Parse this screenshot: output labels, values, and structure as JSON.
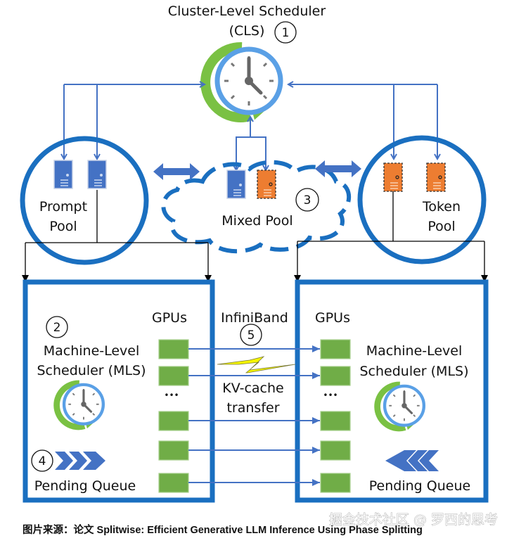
{
  "cls": {
    "title_line1": "Cluster-Level Scheduler",
    "title_line2": "(CLS)",
    "step": "1"
  },
  "pools": {
    "prompt": {
      "line1": "Prompt",
      "line2": "Pool",
      "machines": [
        "prompt-machine",
        "prompt-machine"
      ]
    },
    "mixed": {
      "label": "Mixed Pool",
      "step": "3",
      "machines": [
        "prompt-machine",
        "token-machine"
      ]
    },
    "token": {
      "line1": "Token",
      "line2": "Pool",
      "machines": [
        "token-machine",
        "token-machine"
      ]
    }
  },
  "left_machine": {
    "step_mls": "2",
    "mls_line1": "Machine-Level",
    "mls_line2": "Scheduler (MLS)",
    "gpus_label": "GPUs",
    "ellipsis": "•••",
    "step_queue": "4",
    "queue_label": "Pending Queue",
    "queue_direction": "right"
  },
  "right_machine": {
    "mls_line1": "Machine-Level",
    "mls_line2": "Scheduler (MLS)",
    "gpus_label": "GPUs",
    "ellipsis": "•••",
    "queue_label": "Pending Queue",
    "queue_direction": "left"
  },
  "interconnect": {
    "label": "InfiniBand",
    "step": "5",
    "transfer_line1": "KV-cache",
    "transfer_line2": "transfer",
    "gpu_links": 5
  },
  "caption": "图片来源：论文 Splitwise: Efficient Generative LLM Inference Using Phase Splitting",
  "watermark": "掘金技术社区 @ 罗西的思考",
  "colors": {
    "border_blue": "#1a6fc0",
    "line_blue": "#4472c4",
    "clock_ring": "#5aa0e6",
    "clock_arrow": "#7ac143",
    "prompt_machine": "#4472c4",
    "token_machine": "#ed7d31",
    "gpu": "#70ad47",
    "lightning": "#f5f500"
  }
}
